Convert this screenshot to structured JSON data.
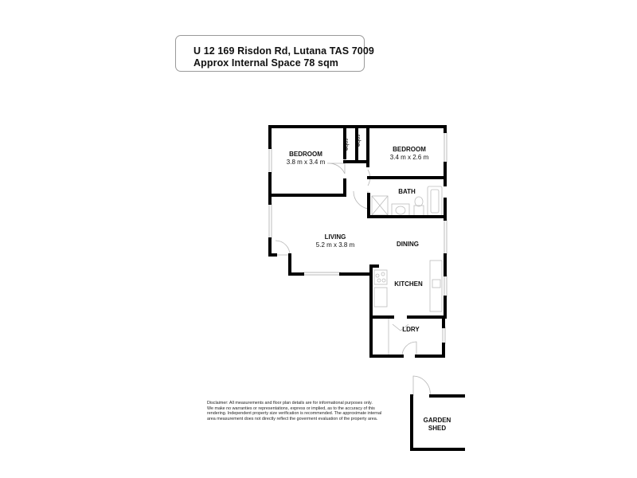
{
  "header": {
    "address": "U 12 169 Risdon Rd, Lutana TAS 7009",
    "area": "Approx Internal Space 78 sqm"
  },
  "rooms": [
    {
      "id": "bedroom1",
      "name": "BEDROOM",
      "dims": "3.8 m x 3.4 m"
    },
    {
      "id": "bedroom2",
      "name": "BEDROOM",
      "dims": "3.4 m x 2.6 m"
    },
    {
      "id": "robe1",
      "name": "robe"
    },
    {
      "id": "robe2",
      "name": "robe"
    },
    {
      "id": "bath",
      "name": "BATH"
    },
    {
      "id": "living",
      "name": "LIVING",
      "dims": "5.2 m x 3.8 m"
    },
    {
      "id": "dining",
      "name": "DINING"
    },
    {
      "id": "kitchen",
      "name": "KITCHEN"
    },
    {
      "id": "laundry",
      "name": "LDRY"
    },
    {
      "id": "shed",
      "name": "GARDEN",
      "name2": "SHED"
    }
  ],
  "disclaimer": {
    "lines": [
      "Disclaimer: All measurements and floor plan details are for informational purposes only.",
      "We  make no warranties or representations, express or implied, as to the accuracy of this",
      "rendering. Independent property size verification is recommended. The approximate internal",
      "area measurement does not directly reflect the goverment evaluation of the property area."
    ]
  },
  "colors": {
    "wall": "#000000",
    "window": "#c8c8c8",
    "fixture": "#bdbdbd",
    "border": "#9a9a9a"
  }
}
